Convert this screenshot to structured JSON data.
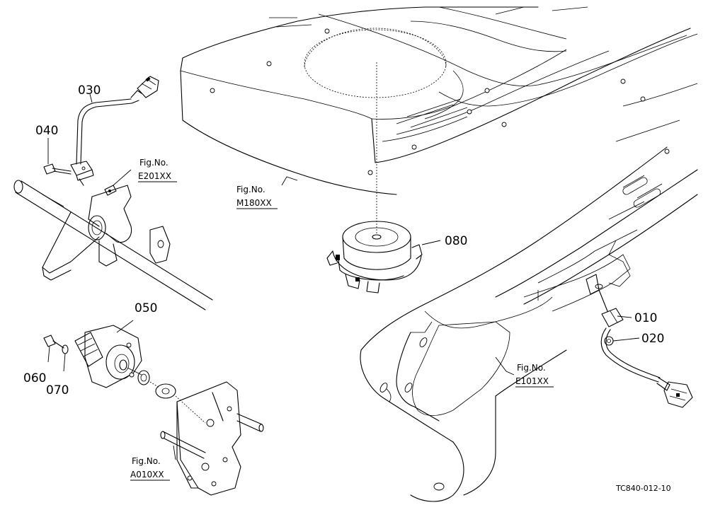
{
  "parts": {
    "p010": "010",
    "p020": "020",
    "p030": "030",
    "p040": "040",
    "p050": "050",
    "p060": "060",
    "p070": "070",
    "p080": "080"
  },
  "figure_refs": {
    "label": "Fig.No.",
    "e201": "E201XX",
    "m180": "M180XX",
    "e101": "E101XX",
    "a010": "A010XX"
  },
  "drawing_code": "TC840-012-10"
}
